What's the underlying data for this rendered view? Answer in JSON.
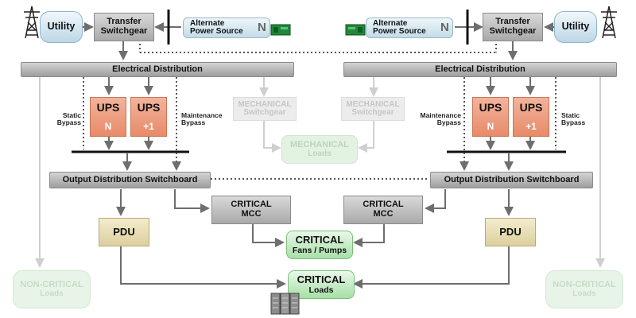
{
  "nodes": {
    "utility": "Utility",
    "transfer_switchgear": [
      "Transfer",
      "Switchgear"
    ],
    "alternate_power_source": [
      "Alternate",
      "Power Source"
    ],
    "alternate_badge": "N",
    "electrical_distribution": "Electrical Distribution",
    "ups_label": "UPS",
    "ups_n": "N",
    "ups_plus1": "+1",
    "static_bypass": [
      "Static",
      "Bypass"
    ],
    "maintenance_bypass": [
      "Maintenance",
      "Bypass"
    ],
    "mechanical_switchgear": [
      "MECHANICAL",
      "Switchgear"
    ],
    "mechanical_loads": [
      "MECHANICAL",
      "Loads"
    ],
    "output_distribution_switchboard": "Output Distribution Switchboard",
    "critical_mcc": [
      "CRITICAL",
      "MCC"
    ],
    "critical_fans_pumps": [
      "CRITICAL",
      "Fans / Pumps"
    ],
    "pdu": "PDU",
    "critical_loads": [
      "CRITICAL",
      "Loads"
    ],
    "non_critical_loads": [
      "NON-CRITICAL",
      "Loads"
    ]
  },
  "colors": {
    "line_dark": "#6e6e6e",
    "line_light": "#cfcfcf",
    "ups_fill": "#ea8e6d",
    "pdu_fill": "#e6dcb2",
    "critical_fill": "#bfe8bf",
    "utility_fill": "#cfe3ee"
  },
  "icons": [
    "transmission-tower-icon",
    "generator-icon",
    "server-rack-icon"
  ]
}
